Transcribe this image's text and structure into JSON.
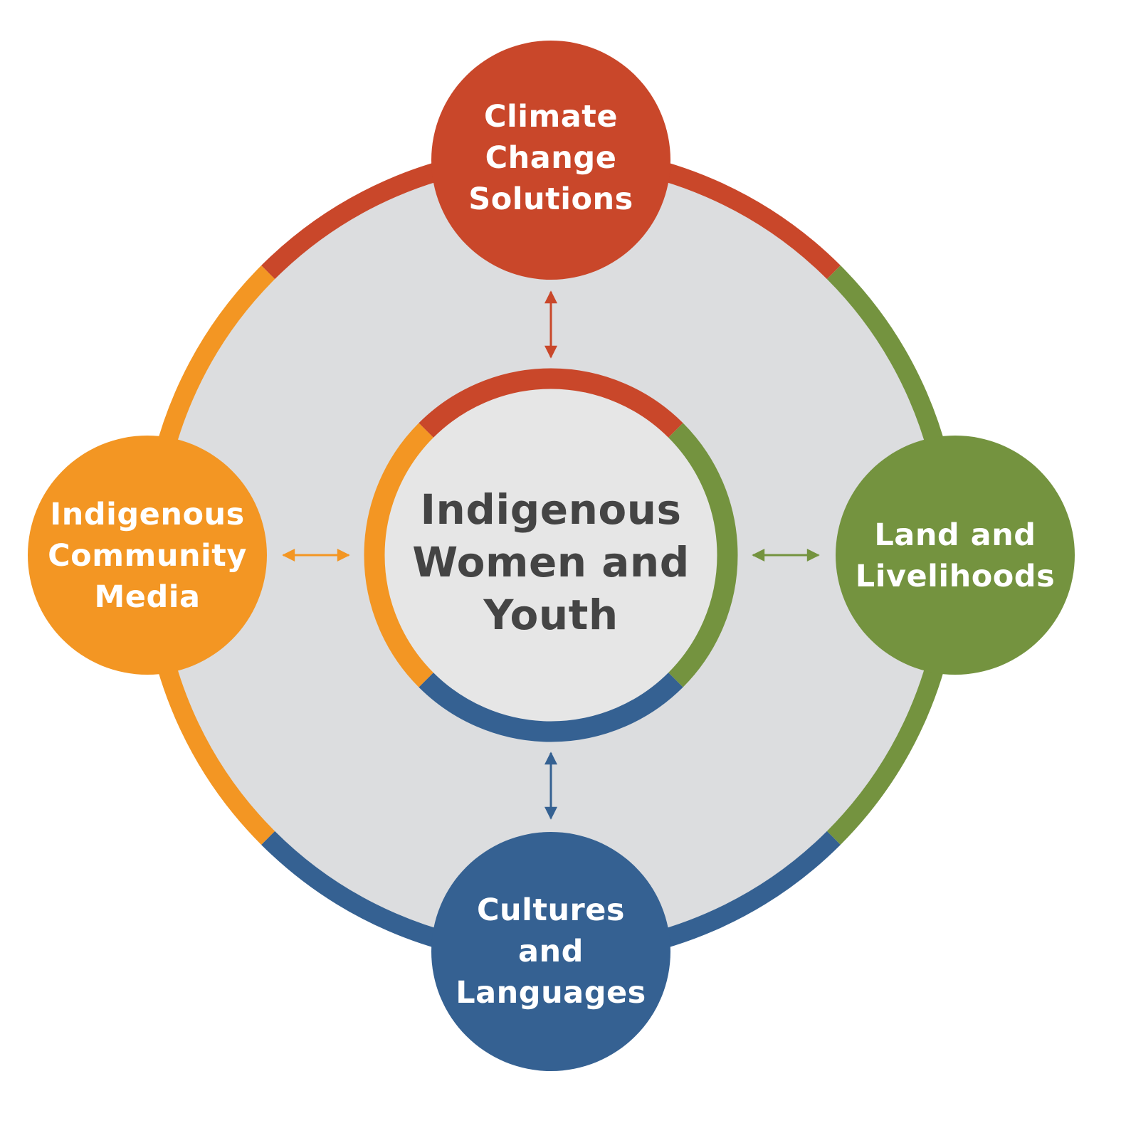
{
  "colors": {
    "background_disc": "#dcdddf",
    "center_fill": "#e6e6e6",
    "center_text": "#444444",
    "climate": "#c9472a",
    "land": "#74933f",
    "cultures": "#356192",
    "media": "#f39623"
  },
  "center": {
    "lines": [
      "Indigenous",
      "Women and",
      "Youth"
    ]
  },
  "nodes": {
    "top": {
      "lines": [
        "Climate",
        "Change",
        "Solutions"
      ]
    },
    "right": {
      "lines": [
        "Land and",
        "Livelihoods"
      ]
    },
    "bottom": {
      "lines": [
        "Cultures",
        "and",
        "Languages"
      ]
    },
    "left": {
      "lines": [
        "Indigenous",
        "Community",
        "Media"
      ]
    }
  }
}
